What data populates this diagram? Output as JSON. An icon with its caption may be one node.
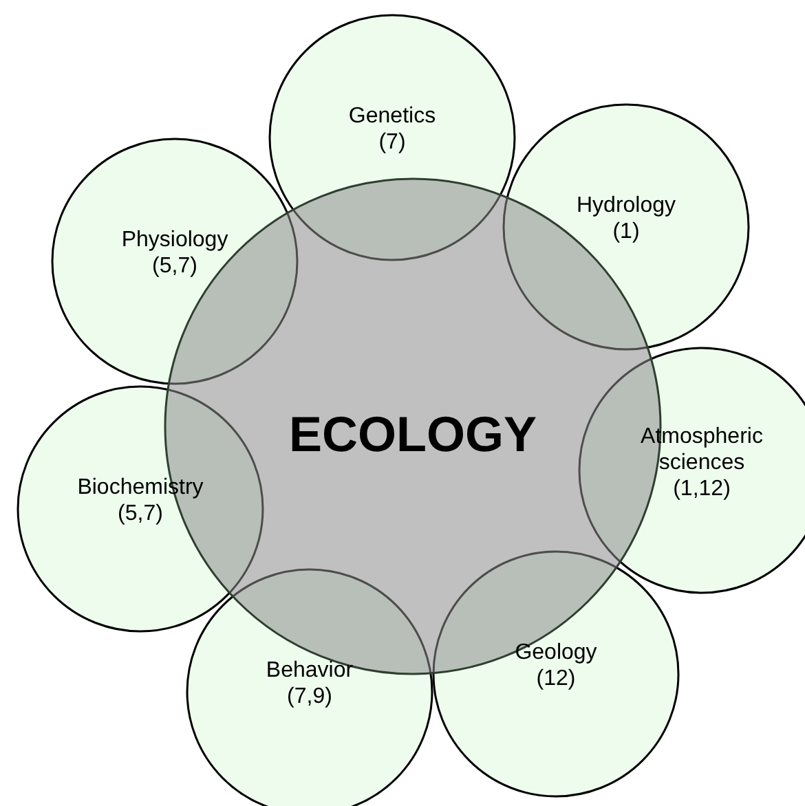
{
  "diagram": {
    "nodes": [
      {
        "text": [
          "ECOLOGY"
        ]
      },
      {
        "text": [
          "Genetics",
          "(7)"
        ]
      },
      {
        "text": [
          "Physiology",
          "(5,7)"
        ]
      },
      {
        "text": [
          "Hydrology",
          "(1)"
        ]
      },
      {
        "text": [
          "Atmospheric sciences",
          "(1,12)"
        ]
      },
      {
        "text": [
          "Biochemistry",
          "(5,7)"
        ]
      },
      {
        "text": [
          "Geology",
          "(12)"
        ]
      },
      {
        "text": [
          "Behavior",
          "(7,9)"
        ]
      }
    ]
  }
}
